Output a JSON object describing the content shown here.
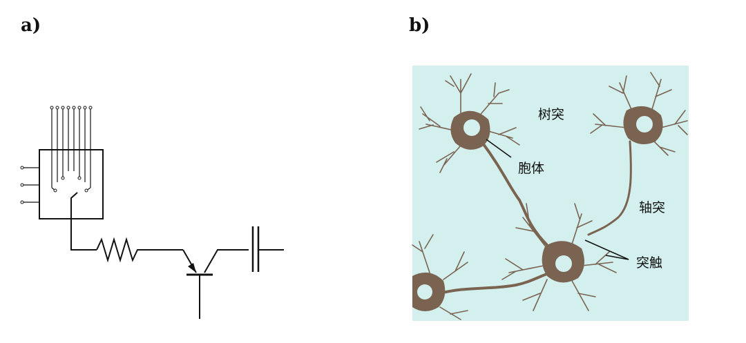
{
  "panel_a": {
    "label": "a)"
  },
  "panel_b": {
    "label": "b)",
    "annotations": {
      "dendrite": "树突",
      "soma": "胞体",
      "axon": "轴突",
      "synapse": "突触"
    }
  },
  "colors": {
    "background_panel": "#d3efee",
    "neuron_fill": "#7a6350",
    "line": "#111111"
  }
}
